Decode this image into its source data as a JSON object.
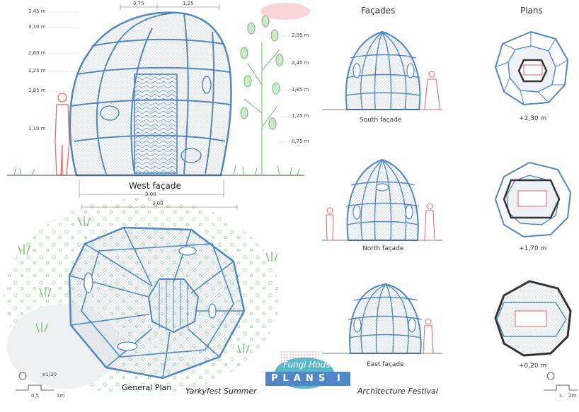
{
  "headers": {
    "facades": "Façades",
    "plans": "Plans"
  },
  "left_levels": [
    "3,45 m",
    "3,10 m",
    "2,60 m",
    "2,25 m",
    "1,85 m",
    "1,10 m"
  ],
  "right_levels": [
    "2,95 m",
    "2,40 m",
    "1,85 m",
    "1,25 m",
    "0,75 m"
  ],
  "top_dims": [
    "0,75",
    "1,25"
  ],
  "labels": {
    "west": "West façade",
    "west_dim": "3,00",
    "general": "General Plan",
    "general_dim": "3,00",
    "scale_ratio": "e1/30",
    "scale_a": "0,5",
    "scale_b": "1m",
    "south": "South façade",
    "north": "North façade",
    "east": "East façade",
    "plan1": "+2,30 m",
    "plan2": "+1,70 m",
    "plan3": "+0,20 m",
    "right_scale_a": "1",
    "right_scale_b": "2m"
  },
  "footer": {
    "project": "Fungi House",
    "plans": "PLANS",
    "plans_num": "I",
    "left": "Yarkyfest Summer",
    "right": "Architecture Festival"
  },
  "colors": {
    "shell": "#4f86c6",
    "human": "#e06060",
    "plant": "#6cb86c",
    "pink": "#f2a0a8",
    "teal": "#5bb8c8"
  }
}
